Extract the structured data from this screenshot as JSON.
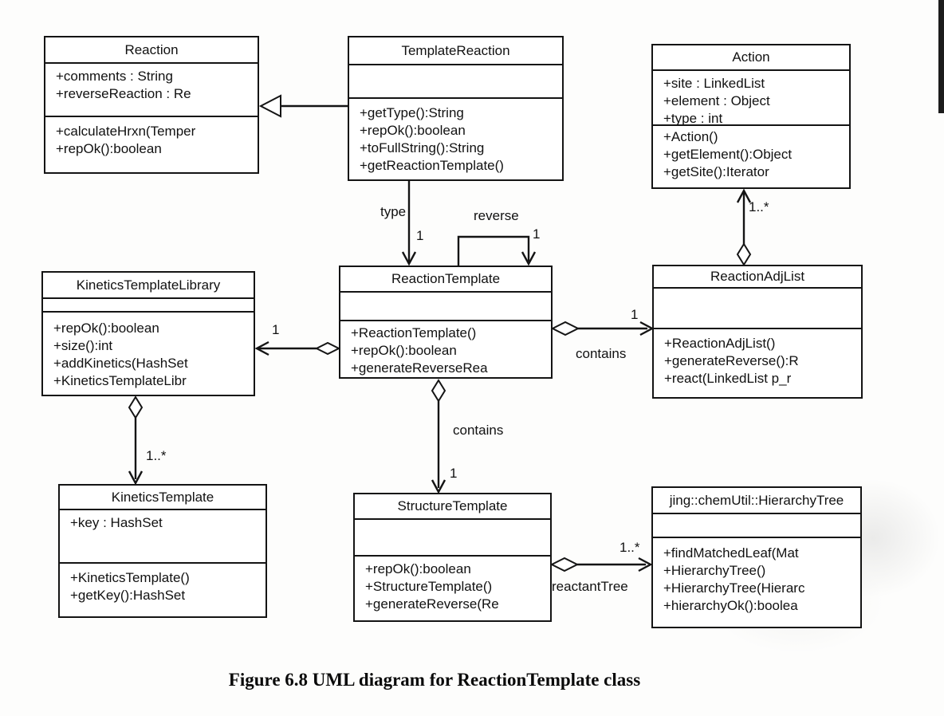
{
  "figure": {
    "caption": "Figure 6.8 UML diagram for ReactionTemplate class"
  },
  "classes": [
    {
      "name": "Reaction",
      "attributes": [
        "+comments : String",
        "+reverseReaction : Re"
      ],
      "methods": [
        "+calculateHrxn(Temper",
        "+repOk():boolean"
      ]
    },
    {
      "name": "TemplateReaction",
      "attributes": [],
      "methods": [
        "+getType():String",
        "+repOk():boolean",
        "+toFullString():String",
        "+getReactionTemplate()"
      ]
    },
    {
      "name": "Action",
      "attributes": [
        "+site : LinkedList",
        "+element : Object",
        "+type : int"
      ],
      "methods": [
        "+Action()",
        "+getElement():Object",
        "+getSite():Iterator"
      ]
    },
    {
      "name": "KineticsTemplateLibrary",
      "attributes": [],
      "methods": [
        "+repOk():boolean",
        "+size():int",
        "+addKinetics(HashSet",
        "+KineticsTemplateLibr"
      ]
    },
    {
      "name": "ReactionTemplate",
      "attributes": [],
      "methods": [
        "+ReactionTemplate()",
        "+repOk():boolean",
        "+generateReverseRea"
      ]
    },
    {
      "name": "ReactionAdjList",
      "attributes": [],
      "methods": [
        "+ReactionAdjList()",
        "+generateReverse():R",
        "+react(LinkedList p_r"
      ]
    },
    {
      "name": "KineticsTemplate",
      "attributes": [
        "+key : HashSet"
      ],
      "methods": [
        "+KineticsTemplate()",
        "+getKey():HashSet"
      ]
    },
    {
      "name": "StructureTemplate",
      "attributes": [],
      "methods": [
        "+repOk():boolean",
        "+StructureTemplate()",
        "+generateReverse(Re"
      ]
    },
    {
      "name": "jing::chemUtil::HierarchyTree",
      "attributes": [],
      "methods": [
        "+findMatchedLeaf(Mat",
        "+HierarchyTree()",
        "+HierarchyTree(Hierarc",
        "+hierarchyOk():boolea"
      ]
    }
  ],
  "relationships": {
    "generalization": {
      "from": "TemplateReaction",
      "to": "Reaction",
      "type": "generalization"
    },
    "type_assoc": {
      "from": "TemplateReaction",
      "to": "ReactionTemplate",
      "type": "association",
      "label": "type",
      "multiplicity": "1"
    },
    "reverse_assoc": {
      "from": "ReactionTemplate",
      "to": "ReactionTemplate",
      "type": "association",
      "label": "reverse",
      "multiplicity": "1"
    },
    "adjlist_action": {
      "from": "ReactionAdjList",
      "to": "Action",
      "type": "aggregation",
      "multiplicity": "1..*"
    },
    "template_kineticslib": {
      "from": "ReactionTemplate",
      "to": "KineticsTemplateLibrary",
      "type": "aggregation",
      "multiplicity": "1"
    },
    "template_adjlist": {
      "from": "ReactionTemplate",
      "to": "ReactionAdjList",
      "type": "aggregation",
      "label": "contains",
      "multiplicity": "1"
    },
    "template_structure": {
      "from": "ReactionTemplate",
      "to": "StructureTemplate",
      "type": "aggregation",
      "label": "contains",
      "multiplicity": "1"
    },
    "kineticslib_kinetics": {
      "from": "KineticsTemplateLibrary",
      "to": "KineticsTemplate",
      "type": "aggregation",
      "multiplicity": "1..*"
    },
    "structure_hierarchy": {
      "from": "StructureTemplate",
      "to": "HierarchyTree",
      "type": "aggregation",
      "label": "reactantTree",
      "multiplicity": "1..*"
    }
  },
  "colors": {
    "line": "#141414",
    "box_fill": "#ffffff",
    "page_bg": "#fdfdfc"
  }
}
